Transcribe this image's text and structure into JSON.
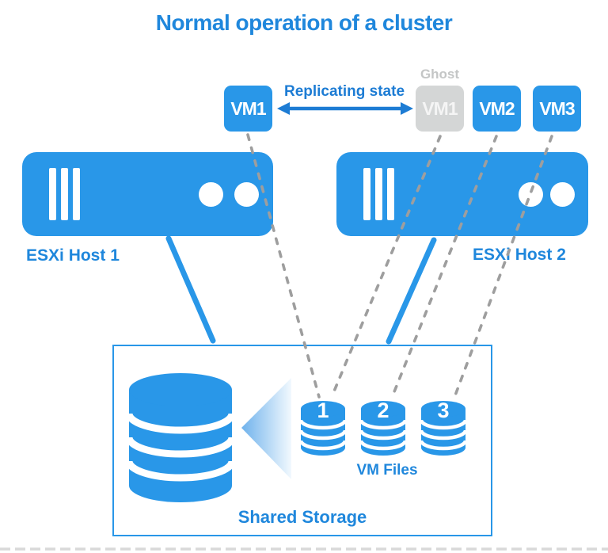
{
  "title": "Normal operation of a cluster",
  "colors": {
    "primary": "#2997e8",
    "label": "#1f87dc",
    "arrow": "#1d7cd4",
    "ghost-box": "#d4d6d6",
    "ghost-text": "#c4c6c6",
    "ghost-vm-text": "#f5f5f5",
    "dash": "#9e9e9e",
    "bottom-dash": "#d9d9d9"
  },
  "vms": {
    "primary_vm": "VM1",
    "ghost_caption": "Ghost",
    "ghost_vm": "VM1",
    "vm2": "VM2",
    "vm3": "VM3"
  },
  "replication": {
    "label": "Replicating state"
  },
  "hosts": {
    "host1": "ESXi Host 1",
    "host2": "ESXi Host 2"
  },
  "storage": {
    "title": "Shared Storage",
    "files_caption": "VM Files",
    "disks": [
      {
        "label": "1"
      },
      {
        "label": "2"
      },
      {
        "label": "3"
      }
    ]
  },
  "icons": {
    "server": "rack-server rounded bar with three vent slots and two drive circles",
    "database": "large stacked-cylinder database",
    "vm_disk": "small numbered cylinder disk",
    "read_pointer": "left-pointing gradient triangle",
    "replication_arrow": "double-headed horizontal arrow",
    "links": "gray dashed vm-to-disk connectors and solid blue host-to-storage connectors"
  }
}
